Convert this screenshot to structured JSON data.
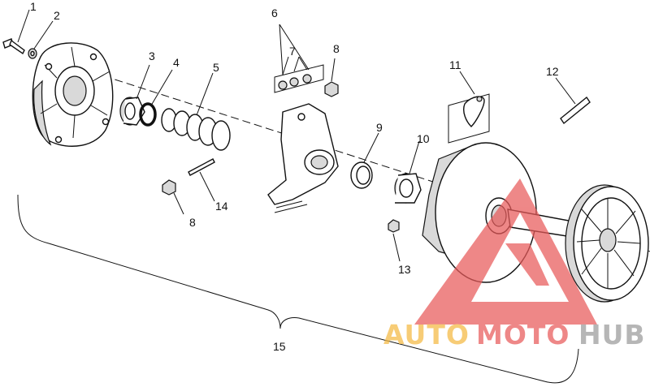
{
  "callouts": {
    "c1": "1",
    "c2": "2",
    "c3": "3",
    "c4": "4",
    "c5": "5",
    "c6": "6",
    "c7": "7",
    "c8a": "8",
    "c8b": "8",
    "c9": "9",
    "c10": "10",
    "c11": "11",
    "c12": "12",
    "c13": "13",
    "c14": "14",
    "c15": "15"
  },
  "watermark": {
    "part1": "AUTO",
    "part2": "MOTO",
    "part3": "HUB",
    "color_a": "#f5b942",
    "color_b": "#e85a5a",
    "color_c": "#9a9a9a"
  }
}
